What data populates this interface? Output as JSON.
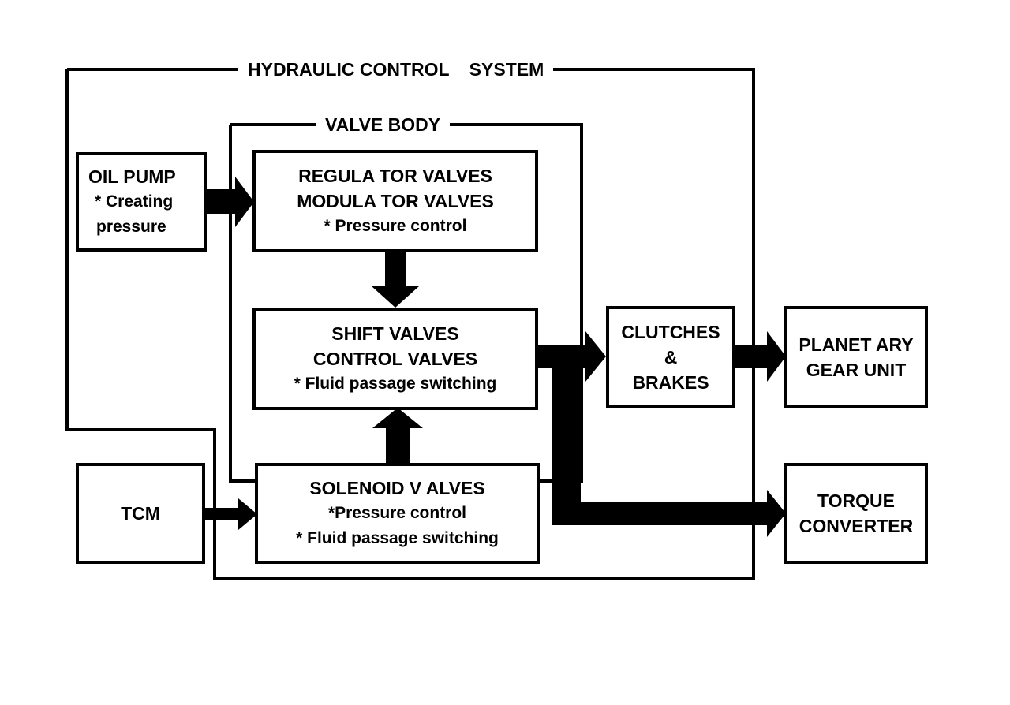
{
  "frames": {
    "hydraulic_label": "HYDRAULIC CONTROL    SYSTEM",
    "valve_body_label": "VALVE BODY"
  },
  "boxes": {
    "oil_pump": {
      "lines": [
        "OIL  PUMP",
        "* Creating",
        "pressure"
      ]
    },
    "regulator": {
      "lines": [
        "REGULA TOR VALVES",
        "MODULA TOR VALVES",
        "* Pressure control"
      ]
    },
    "shift": {
      "lines": [
        "SHIFT VALVES",
        "CONTROL  VALVES",
        "* Fluid passage switching"
      ]
    },
    "solenoid": {
      "lines": [
        "SOLENOID V ALVES",
        "*Pressure control",
        "* Fluid passage switching"
      ]
    },
    "tcm": {
      "lines": [
        "TCM"
      ]
    },
    "clutches": {
      "lines": [
        "CLUTCHES",
        "&",
        "BRAKES"
      ]
    },
    "planetary": {
      "lines": [
        "PLANET ARY",
        "GEAR UNIT"
      ]
    },
    "torque": {
      "lines": [
        "TORQUE",
        "CONVERTER"
      ]
    }
  }
}
